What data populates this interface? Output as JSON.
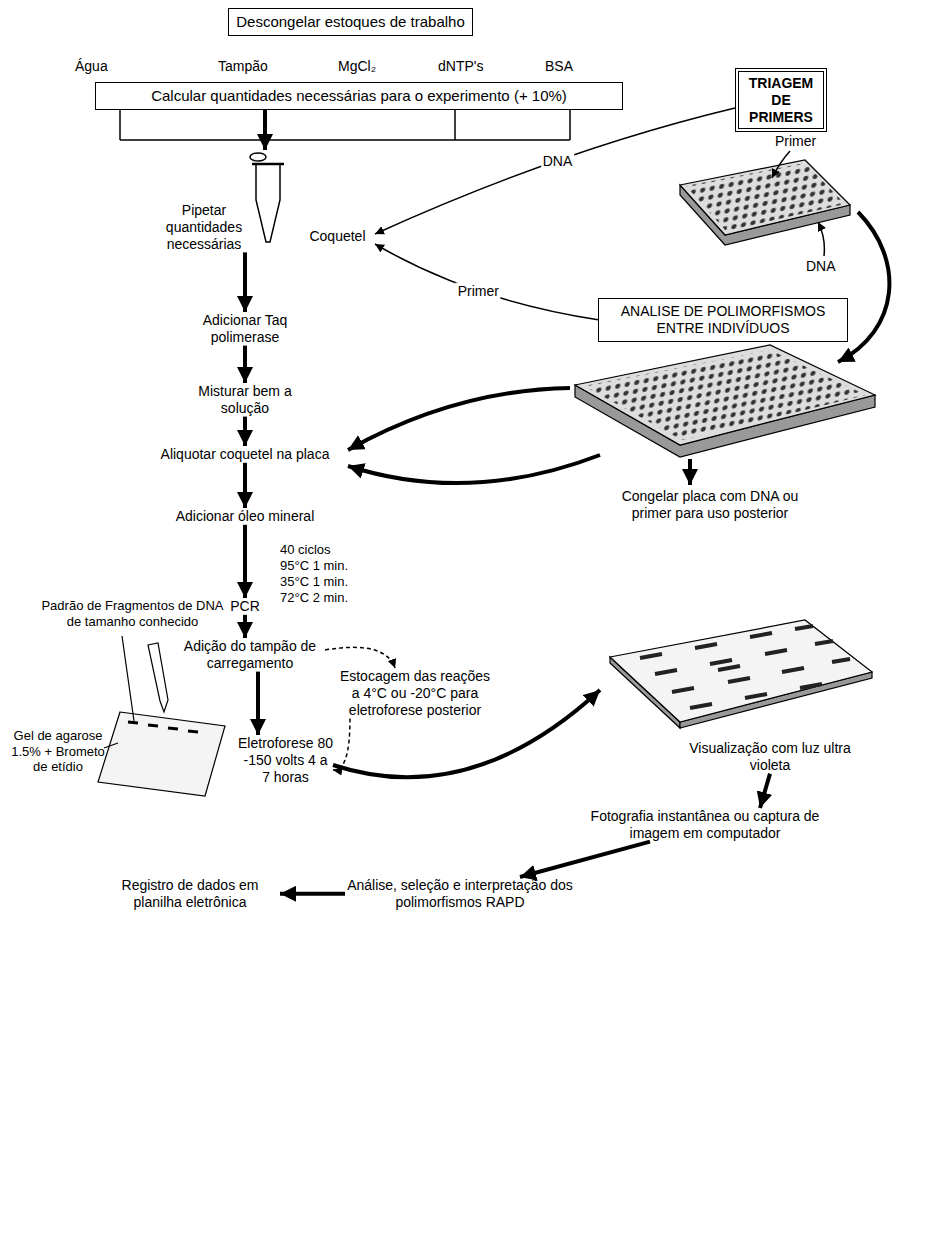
{
  "diagram": {
    "nodes": [
      {
        "text": [
          "Descongelar estoques de trabalho"
        ]
      },
      {
        "text": [
          "Calcular quantidades necessárias para o experimento (+ 10%)"
        ]
      },
      {
        "text": [
          "Pipetar quantidades necessárias"
        ]
      },
      {
        "text": [
          "Coquetel"
        ]
      },
      {
        "text": [
          "TRIAGEM DE PRIMERS"
        ]
      },
      {
        "text": [
          "ANALISE DE POLIMORFISMOS ENTRE INDIVÍDUOS"
        ]
      },
      {
        "text": [
          "Adicionar Taq polimerase"
        ]
      },
      {
        "text": [
          "Misturar bem a solução"
        ]
      },
      {
        "text": [
          "Aliquotar coquetel na placa"
        ]
      },
      {
        "text": [
          "Congelar placa com DNA ou primer para uso posterior"
        ]
      },
      {
        "text": [
          "Adicionar óleo mineral"
        ]
      },
      {
        "text": [
          "PCR"
        ]
      },
      {
        "text": [
          "Adição do tampão de carregamento"
        ]
      },
      {
        "text": [
          "Eletroforese 80 -150 volts 4 a 7 horas"
        ]
      },
      {
        "text": [
          "Estocagem das reações a 4°C ou -20°C para eletroforese posterior"
        ]
      },
      {
        "text": [
          "Visualização com luz ultra violeta"
        ]
      },
      {
        "text": [
          "Fotografia instantânea ou captura de imagem em computador"
        ]
      },
      {
        "text": [
          "Análise, seleção e interpretação dos polimorfismos RAPD"
        ]
      },
      {
        "text": [
          "Registro de dados em planilha eletrônica"
        ]
      }
    ],
    "edges": [
      {
        "from": 1,
        "to": 2,
        "arrow": "to"
      },
      {
        "from": 4,
        "to": 3,
        "label": "DNA",
        "arrow": "to"
      },
      {
        "from": 5,
        "to": 3,
        "label": "Primer",
        "arrow": "to"
      },
      {
        "from": 2,
        "to": 6,
        "arrow": "to"
      },
      {
        "from": 6,
        "to": 7,
        "arrow": "to"
      },
      {
        "from": 7,
        "to": 8,
        "arrow": "to"
      },
      {
        "from": 8,
        "to": 10,
        "arrow": "to"
      },
      {
        "from": 10,
        "to": 11,
        "arrow": "to"
      },
      {
        "from": 11,
        "to": 12,
        "arrow": "to"
      },
      {
        "from": 12,
        "to": 13,
        "arrow": "to"
      },
      {
        "from": 12,
        "to": 14,
        "arrow": "to"
      },
      {
        "from": 14,
        "to": 13,
        "arrow": "to"
      },
      {
        "from": 13,
        "to": 15,
        "arrow": "to"
      },
      {
        "from": 15,
        "to": 16,
        "arrow": "to"
      },
      {
        "from": 16,
        "to": 17,
        "arrow": "to"
      },
      {
        "from": 17,
        "to": 18,
        "arrow": "to"
      }
    ],
    "labels": [
      "Água",
      "Tampão",
      "MgCl₂",
      "dNTP's",
      "BSA",
      "Primer",
      "DNA",
      "40 ciclos",
      "95°C 1 min.",
      "35°C 1 min.",
      "72°C 2 min.",
      "Padrão de Fragmentos de DNA de tamanho conhecido",
      "Gel de agarose 1.5% + Brometo de etídio"
    ]
  }
}
